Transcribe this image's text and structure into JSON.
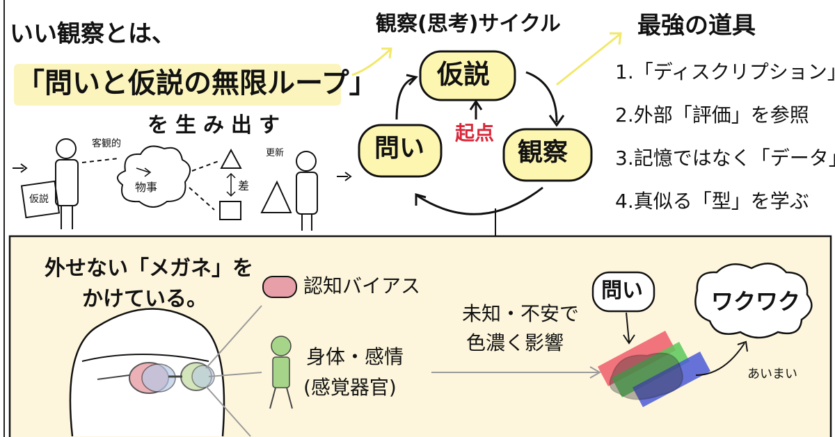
{
  "top_left": {
    "heading": "いい観察とは、",
    "highlight": "「問いと仮説の無限ループ」",
    "sub": "を生み出す",
    "label_objective": "客観的",
    "label_thing": "物事",
    "label_diff": "差",
    "label_update": "更新",
    "bag_label": "仮説"
  },
  "cycle": {
    "title": "観察(思考)サイクル",
    "node_hypothesis": "仮説",
    "node_question": "問い",
    "node_observation": "観察",
    "start": "起点"
  },
  "tools": {
    "title": "最強の道具",
    "items": [
      "1.「ディスクリプション」",
      "2.外部「評価」を参照",
      "3.記憶ではなく「データ」",
      "4.真似る「型」を学ぶ"
    ]
  },
  "bottom": {
    "glasses_line1": "外せない「メガネ」を",
    "glasses_line2": "かけている。",
    "bias": "認知バイアス",
    "body_line1": "身体・感情",
    "body_line2": "(感覚器官)",
    "unknown_line1": "未知・不安で",
    "unknown_line2": "色濃く影響",
    "question": "問い",
    "excitement": "ワクワク",
    "vague": "あいまい"
  },
  "colors": {
    "highlight": "#fbf5bd",
    "node_fill": "#fdf6b0",
    "panel_fill": "#fdf6dc",
    "accent_red": "#d8283a",
    "yellow_arrow": "#f2e86a"
  }
}
